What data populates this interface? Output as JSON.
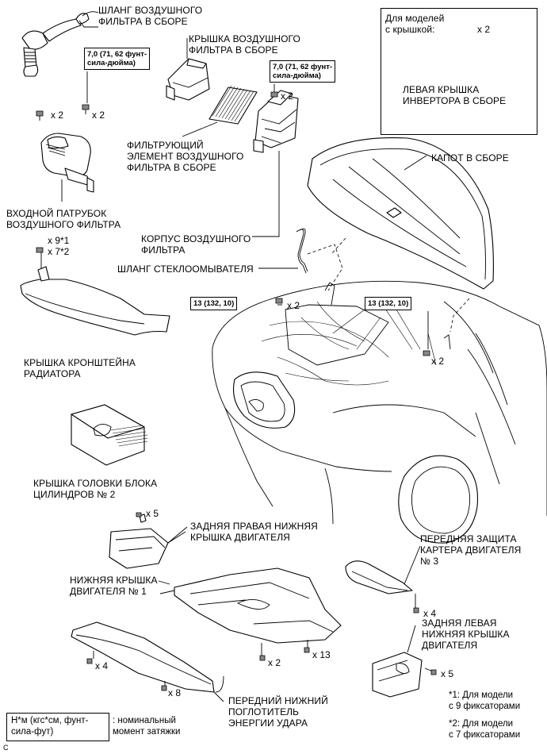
{
  "labels": {
    "hose_filter": "ШЛАНГ ВОЗДУШНОГО\nФИЛЬТРА В СБОРЕ",
    "filter_cover": "КРЫШКА ВОЗДУШНОГО\nФИЛЬТРА В СБОРЕ",
    "filter_element": "ФИЛЬТРУЮЩИЙ\nЭЛЕМЕНТ ВОЗДУШНОГО\nФИЛЬТРА В СБОРЕ",
    "inlet": "ВХОДНОЙ ПАТРУБОК\nВОЗДУШНОГО ФИЛЬТРА",
    "filter_case": "КОРПУС ВОЗДУШНОГО\nФИЛЬТРА",
    "washer_hose": "ШЛАНГ СТЕКЛООМЫВАТЕЛЯ",
    "hood": "КАПОТ В СБОРЕ",
    "inverter_cover": "ЛЕВАЯ КРЫШКА\nИНВЕРТОРА В СБОРЕ",
    "radiator_cover": "КРЫШКА КРОНШТЕЙНА\nРАДИАТОРА",
    "head_cover": "КРЫШКА ГОЛОВКИ БЛОКА\nЦИЛИНДРОВ № 2",
    "rear_right_cover": "ЗАДНЯЯ ПРАВАЯ НИЖНЯЯ\nКРЫШКА ДВИГАТЕЛЯ",
    "front_protection": "ПЕРЕДНЯЯ ЗАЩИТА\nКАРТЕРА ДВИГАТЕЛЯ\n№ 3",
    "lower_cover_1": "НИЖНЯЯ КРЫШКА\nДВИГАТЕЛЯ № 1",
    "rear_left_cover": "ЗАДНЯЯ ЛЕВАЯ\nНИЖНЯЯ КРЫШКА\nДВИГАТЕЛЯ",
    "absorber": "ПЕРЕДНИЙ НИЖНИЙ\nПОГЛОТИТЕЛЬ\nЭНЕРГИИ УДАРА"
  },
  "inset_title": "Для моделей\nс крышкой:",
  "quantities": {
    "q_inset": "x 2",
    "q_cover_bolt": "x 2",
    "q_inlet_bolt": "x 2",
    "q_case_bolt": "x 2",
    "q_clips_9": "x 9*1",
    "q_clips_7": "x 7*2",
    "q_hood_left": "x 2",
    "q_hood_right": "x 2",
    "q_rear_right": "x 5",
    "q_front_prot": "x 4",
    "q_lower_2": "x 2",
    "q_lower_13": "x 13",
    "q_absorber_4": "x 4",
    "q_absorber_8": "x 8",
    "q_rear_left": "x 5"
  },
  "torques": {
    "t_cover": "7,0 (71, 62 фунт-\nсила-дюйма)",
    "t_case": "7,0 (71, 62 фунт-\nсила-дюйма)",
    "t_hood_left": "13 (132, 10)",
    "t_hood_right": "13 (132, 10)"
  },
  "notes": {
    "note1": "*1: Для модели\nс 9 фиксаторами",
    "note2": "*2: Для модели\nс 7 фиксаторами"
  },
  "legend": {
    "unit": "Н*м (кгс*см, фунт-\nсила-фут)",
    "desc": ": номинальный\nмомент затяжки"
  },
  "corner_mark": "C"
}
